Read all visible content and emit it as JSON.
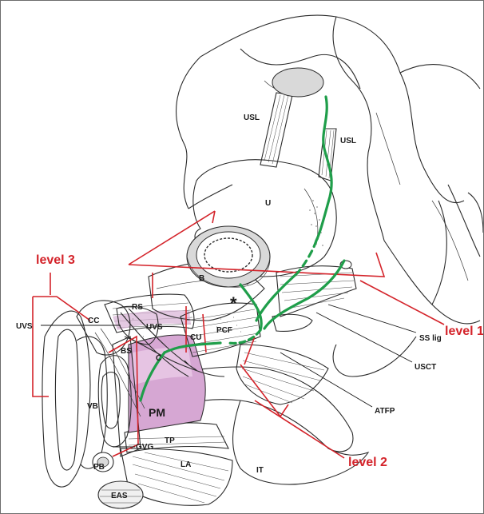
{
  "colors": {
    "level_red": "#d4232a",
    "nerve_green": "#1f9e4a",
    "tissue_gray": "#d9d9d9",
    "muscle_pink": "#d6a7d3"
  },
  "levels": {
    "level1": "level 1",
    "level2": "level 2",
    "level3": "level 3"
  },
  "labels": {
    "usl_left": "USL",
    "usl_right": "USL",
    "u": "U",
    "b": "B",
    "rs": "RS",
    "cc": "CC",
    "uvs_left": "UVS",
    "uvs_inner": "UVS",
    "bs": "BS",
    "vb": "VB",
    "c": "C",
    "cu": "CU",
    "pcf": "PCF",
    "pm": "PM",
    "gvg": "GVG",
    "tp": "TP",
    "pb": "PB",
    "la": "LA",
    "it": "IT",
    "eas": "EAS",
    "ss_lig": "SS lig",
    "usct": "USCT",
    "atfp": "ATFP",
    "asterisk": "*"
  }
}
